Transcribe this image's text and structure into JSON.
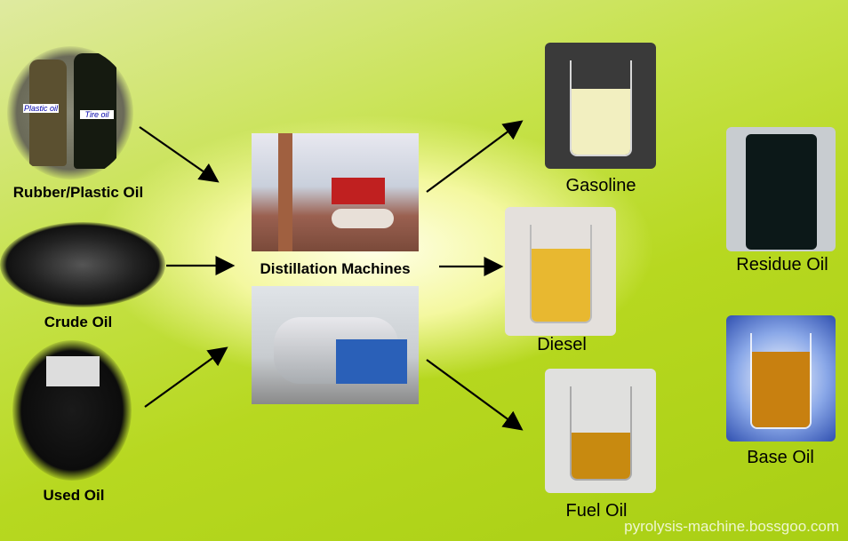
{
  "inputs": [
    {
      "label": "Rubber/Plastic Oil",
      "bottle_labels": [
        "Plastic oil",
        "Tire oil"
      ]
    },
    {
      "label": "Crude Oil"
    },
    {
      "label": "Used Oil"
    }
  ],
  "process": {
    "label": "Distillation Machines"
  },
  "outputs": [
    {
      "label": "Gasoline",
      "color": "#f2efc0"
    },
    {
      "label": "Diesel",
      "color": "#e8b830"
    },
    {
      "label": "Fuel Oil",
      "color": "#c88a10"
    },
    {
      "label": "Residue Oil",
      "color": "#0c1818"
    },
    {
      "label": "Base Oil",
      "color": "#c88010"
    }
  ],
  "watermark": "pyrolysis-machine.bossgoo.com"
}
